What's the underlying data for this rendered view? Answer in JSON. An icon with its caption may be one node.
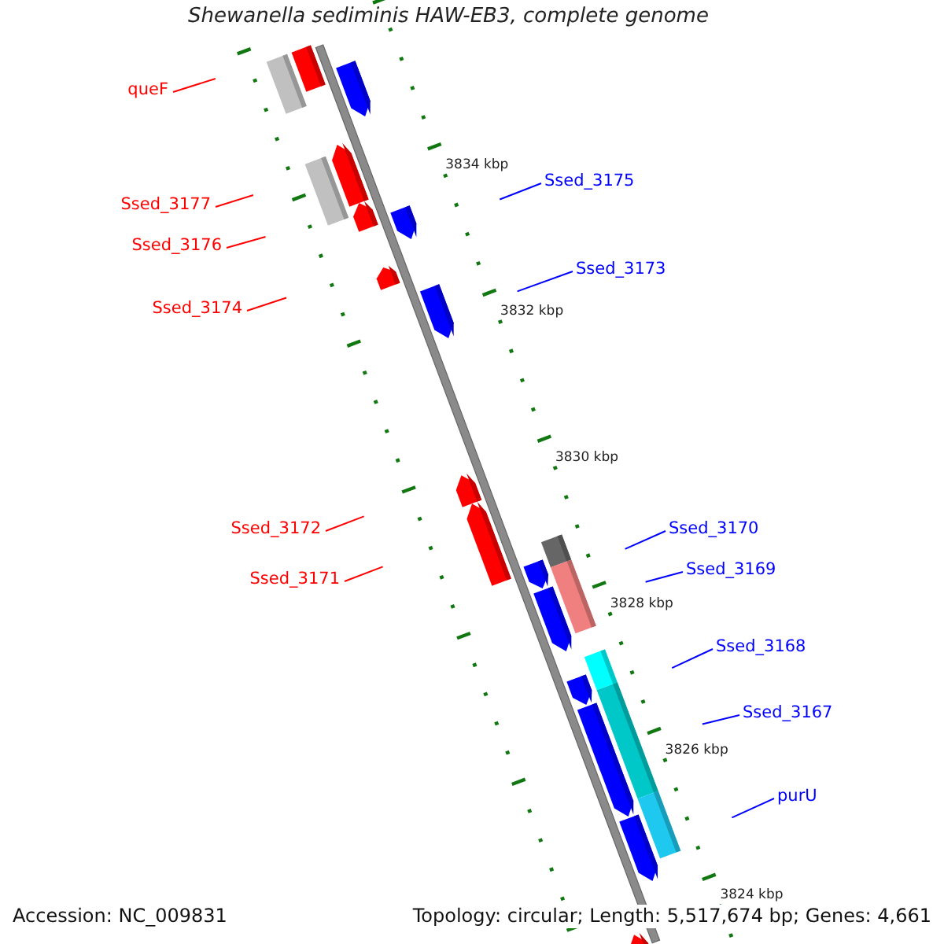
{
  "diagram": {
    "title": "Shewanella sediminis HAW-EB3, complete genome",
    "nodes": [
      {
        "text": [
          "queF"
        ]
      },
      {
        "text": [
          "Ssed_3175"
        ]
      },
      {
        "text": [
          "Ssed_3177"
        ]
      },
      {
        "text": [
          "Ssed_3176"
        ]
      },
      {
        "text": [
          "Ssed_3173"
        ]
      },
      {
        "text": [
          "Ssed_3174"
        ]
      },
      {
        "text": [
          "Ssed_3172"
        ]
      },
      {
        "text": [
          "Ssed_3170"
        ]
      },
      {
        "text": [
          "Ssed_3171"
        ]
      },
      {
        "text": [
          "Ssed_3169"
        ]
      },
      {
        "text": [
          "Ssed_3168"
        ]
      },
      {
        "text": [
          "Ssed_3167"
        ]
      },
      {
        "text": [
          "purU"
        ]
      }
    ],
    "edges": [
      {
        "from": 0,
        "to": null,
        "arrow": "none",
        "color": "#ff0000"
      },
      {
        "from": 1,
        "to": null,
        "arrow": "none",
        "color": "#0000ff"
      },
      {
        "from": 2,
        "to": null,
        "arrow": "none",
        "color": "#ff0000"
      },
      {
        "from": 3,
        "to": null,
        "arrow": "none",
        "color": "#ff0000"
      },
      {
        "from": 4,
        "to": null,
        "arrow": "none",
        "color": "#0000ff"
      },
      {
        "from": 5,
        "to": null,
        "arrow": "none",
        "color": "#ff0000"
      },
      {
        "from": 6,
        "to": null,
        "arrow": "none",
        "color": "#ff0000"
      },
      {
        "from": 7,
        "to": null,
        "arrow": "none",
        "color": "#0000ff"
      },
      {
        "from": 8,
        "to": null,
        "arrow": "none",
        "color": "#ff0000"
      },
      {
        "from": 9,
        "to": null,
        "arrow": "none",
        "color": "#0000ff"
      },
      {
        "from": 10,
        "to": null,
        "arrow": "none",
        "color": "#0000ff"
      },
      {
        "from": 11,
        "to": null,
        "arrow": "none",
        "color": "#0000ff"
      },
      {
        "from": 12,
        "to": null,
        "arrow": "none",
        "color": "#0000ff"
      }
    ],
    "labels": [
      "3834 kbp",
      "3832 kbp",
      "3830 kbp",
      "3828 kbp",
      "3826 kbp",
      "3824 kbp",
      "Accession: NC_009831",
      "Topology: circular; Length: 5,517,674 bp; Genes: 4,661"
    ]
  }
}
